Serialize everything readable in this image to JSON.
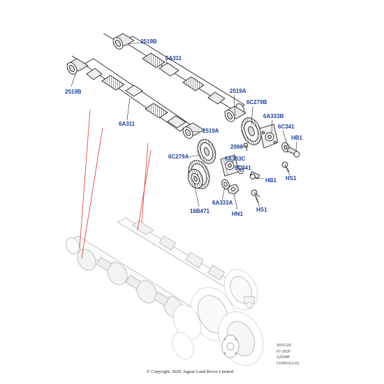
{
  "callouts": {
    "c2519B_top": "2519B",
    "c6A311_top": "6A311",
    "c2519B_left": "2519B",
    "c6A311_left": "6A311",
    "c2519A_top": "2519A",
    "c6C279B": "6C279B",
    "c6A333B": "6A333B",
    "c6C341_top": "6C341",
    "cHB1_top": "HB1",
    "c2519A_mid": "2519A",
    "c2069": "2069",
    "cHS1_top": "HS1",
    "c6C279A": "6C279A",
    "c6A333C": "6A333C",
    "c6C341_bot": "6C341",
    "cHB1_bot": "HB1",
    "c6A333A": "6A333A",
    "c16B471": "16B471",
    "cHN1": "HN1",
    "cHS1_bot": "HS1"
  },
  "reference": {
    "line1": "3031120",
    "line2": "07-2020",
    "line3": "AJ200P",
    "line4": "C0305312-01"
  },
  "copyright": "© Copyright, 2020. Jaguar Land Rover Limited."
}
